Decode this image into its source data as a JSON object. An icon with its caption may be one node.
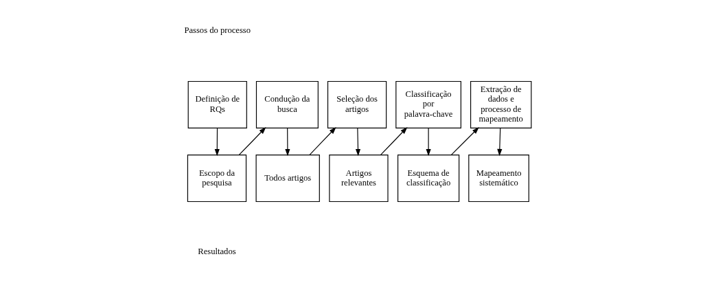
{
  "diagram": {
    "nodes": [
      {
        "text": [
          "Definição de RQs"
        ]
      },
      {
        "text": [
          "Condução da busca"
        ]
      },
      {
        "text": [
          "Seleção dos artigos"
        ]
      },
      {
        "text": [
          "Classificação por palavra-chave"
        ]
      },
      {
        "text": [
          "Extração de dados e processo de mapeamento"
        ]
      },
      {
        "text": [
          "Escopo da pesquisa"
        ]
      },
      {
        "text": [
          "Todos artigos"
        ]
      },
      {
        "text": [
          "Artigos relevantes"
        ]
      },
      {
        "text": [
          "Esquema de classificação"
        ]
      },
      {
        "text": [
          "Mapeamento sistemático"
        ]
      }
    ],
    "edges": [
      {
        "from": 0,
        "to": 5,
        "arrow": "to"
      },
      {
        "from": 5,
        "to": 1,
        "arrow": "to"
      },
      {
        "from": 1,
        "to": 6,
        "arrow": "to"
      },
      {
        "from": 6,
        "to": 2,
        "arrow": "to"
      },
      {
        "from": 2,
        "to": 7,
        "arrow": "to"
      },
      {
        "from": 7,
        "to": 3,
        "arrow": "to"
      },
      {
        "from": 3,
        "to": 8,
        "arrow": "to"
      },
      {
        "from": 8,
        "to": 4,
        "arrow": "to"
      },
      {
        "from": 4,
        "to": 9,
        "arrow": "to"
      }
    ],
    "labels": [
      "Passos do processo",
      "Resultados"
    ]
  }
}
